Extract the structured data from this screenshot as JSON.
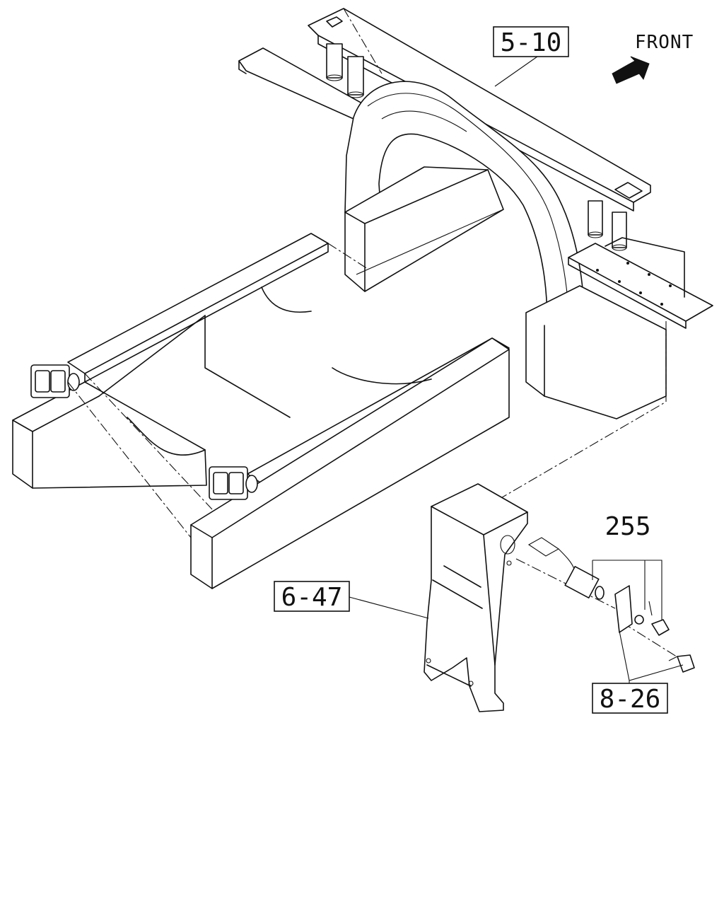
{
  "direction": {
    "label": "FRONT",
    "icon": "arrow-northeast-icon"
  },
  "callouts": [
    {
      "id": "c-5-10",
      "text": "5-10",
      "boxed": true
    },
    {
      "id": "c-6-47",
      "text": "6-47",
      "boxed": true
    },
    {
      "id": "c-255",
      "text": "255",
      "boxed": false
    },
    {
      "id": "c-8-26",
      "text": "8-26",
      "boxed": true
    }
  ],
  "colors": {
    "line": "#111111",
    "background": "#ffffff"
  }
}
